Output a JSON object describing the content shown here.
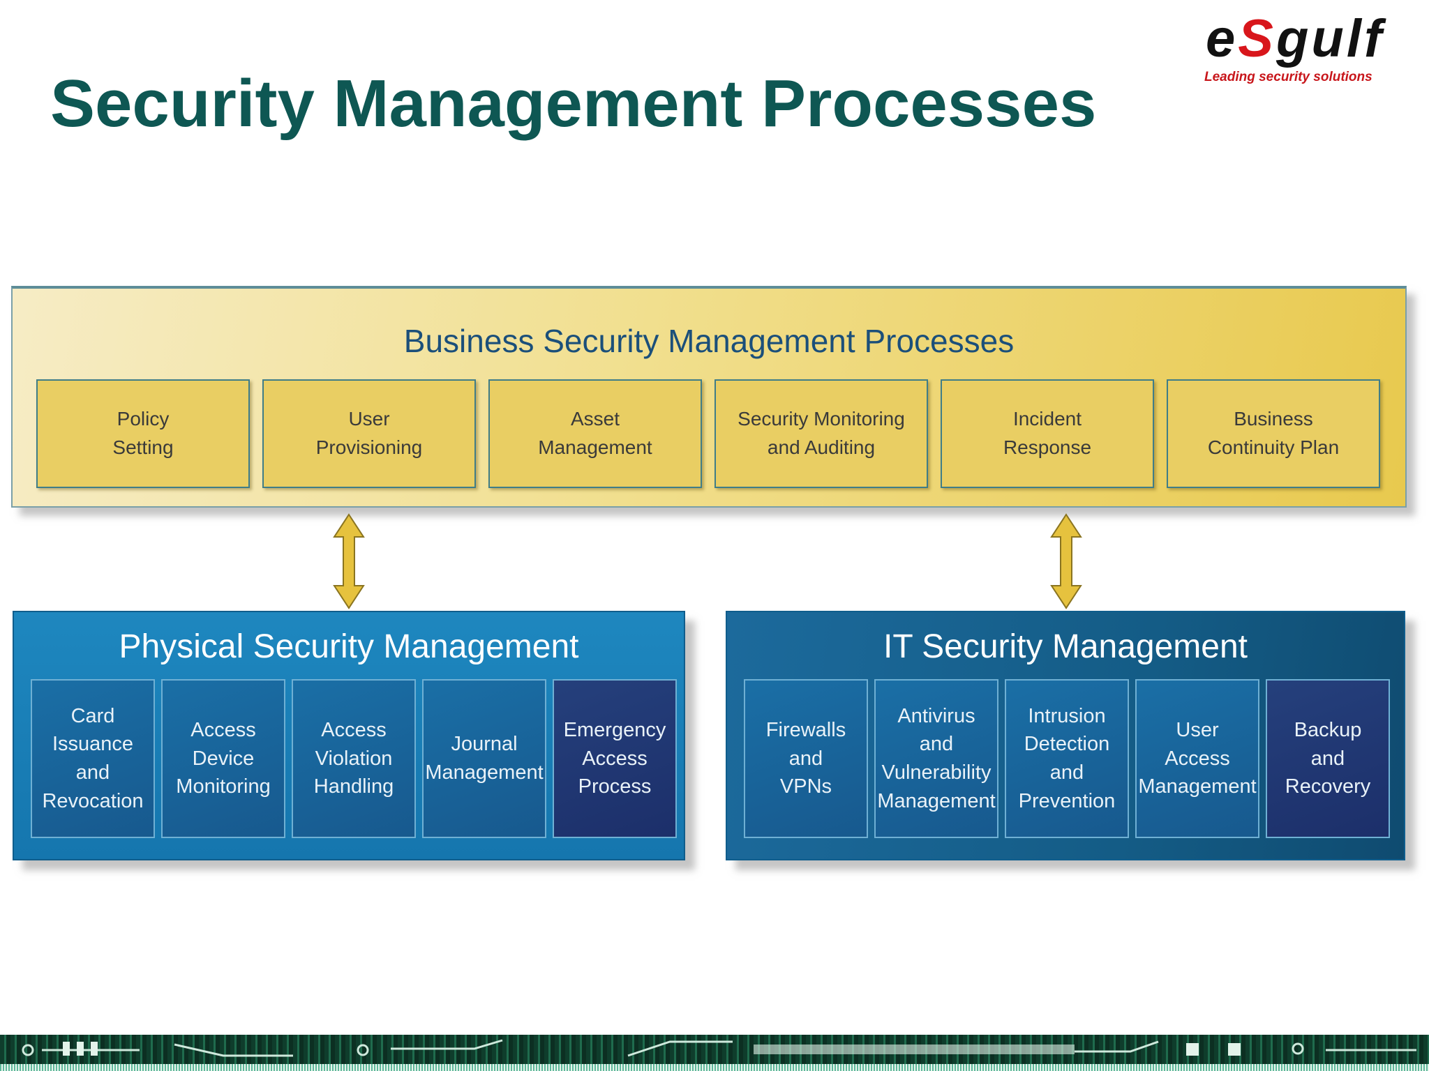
{
  "title": "Security Management Processes",
  "logo": {
    "word_prefix": "e",
    "word_s": "S",
    "word_suffix": "gulf",
    "tagline": "Leading security solutions"
  },
  "business": {
    "title": "Business Security Management Processes",
    "items": [
      {
        "label": "Policy\nSetting"
      },
      {
        "label": "User\nProvisioning"
      },
      {
        "label": "Asset\nManagement"
      },
      {
        "label": "Security Monitoring\nand Auditing"
      },
      {
        "label": "Incident\nResponse"
      },
      {
        "label": "Business\nContinuity Plan"
      }
    ]
  },
  "physical": {
    "title": "Physical Security Management",
    "items": [
      {
        "label": "Card\nIssuance\nand\nRevocation"
      },
      {
        "label": "Access\nDevice\nMonitoring"
      },
      {
        "label": "Access\nViolation\nHandling"
      },
      {
        "label": "Journal\nManagement"
      },
      {
        "label": "Emergency\nAccess\nProcess"
      }
    ]
  },
  "it": {
    "title": "IT Security Management",
    "items": [
      {
        "label": "Firewalls\nand\nVPNs"
      },
      {
        "label": "Antivirus\nand\nVulnerability\nManagement"
      },
      {
        "label": "Intrusion\nDetection\nand\nPrevention"
      },
      {
        "label": "User\nAccess\nManagement"
      },
      {
        "label": "Backup\nand\nRecovery"
      }
    ]
  },
  "colors": {
    "title": "#0e5753",
    "business_bg": "#f1df8e",
    "business_title": "#1b4f7a",
    "panel_blue": "#1e87bf",
    "panel_dark_blue": "#145c86",
    "logo_red": "#d8161b"
  }
}
